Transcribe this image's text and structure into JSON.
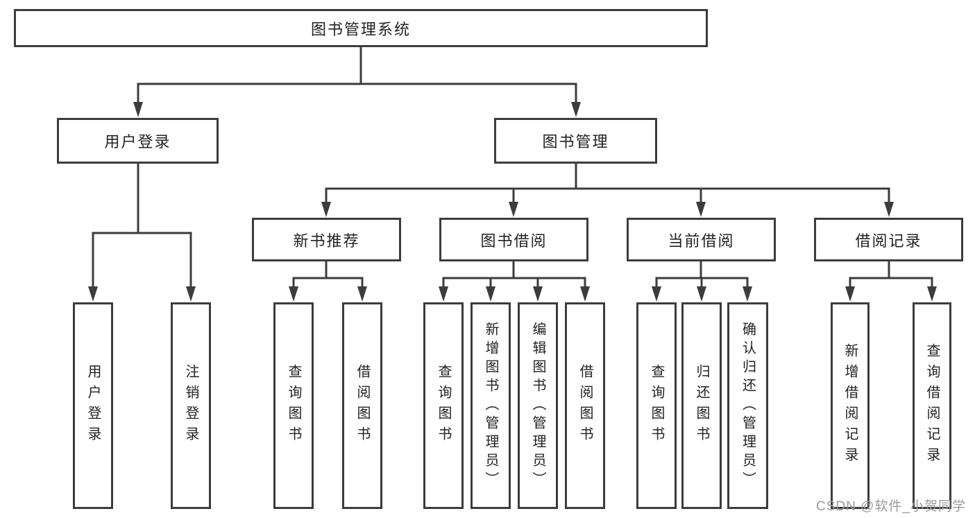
{
  "tree": {
    "label": "图书管理系统",
    "children": [
      {
        "label": "用户登录",
        "children": [
          {
            "label": "用户登录"
          },
          {
            "label": "注销登录"
          }
        ]
      },
      {
        "label": "图书管理",
        "children": [
          {
            "label": "新书推荐",
            "children": [
              {
                "label": "查询图书"
              },
              {
                "label": "借阅图书"
              }
            ]
          },
          {
            "label": "图书借阅",
            "children": [
              {
                "label": "查询图书"
              },
              {
                "label": "新增图书（管理员）"
              },
              {
                "label": "编辑图书（管理员）"
              },
              {
                "label": "借阅图书"
              }
            ]
          },
          {
            "label": "当前借阅",
            "children": [
              {
                "label": "查询图书"
              },
              {
                "label": "归还图书"
              },
              {
                "label": "确认归还（管理员）"
              }
            ]
          },
          {
            "label": "借阅记录",
            "children": [
              {
                "label": "新增借阅记录"
              },
              {
                "label": "查询借阅记录"
              }
            ]
          }
        ]
      }
    ]
  },
  "watermark": {
    "text": "CSDN @软件_小贺同学"
  },
  "colors": {
    "line": "#3c3c3c",
    "text": "#222222",
    "watermark": "#9a9a9a",
    "background": "#ffffff"
  }
}
